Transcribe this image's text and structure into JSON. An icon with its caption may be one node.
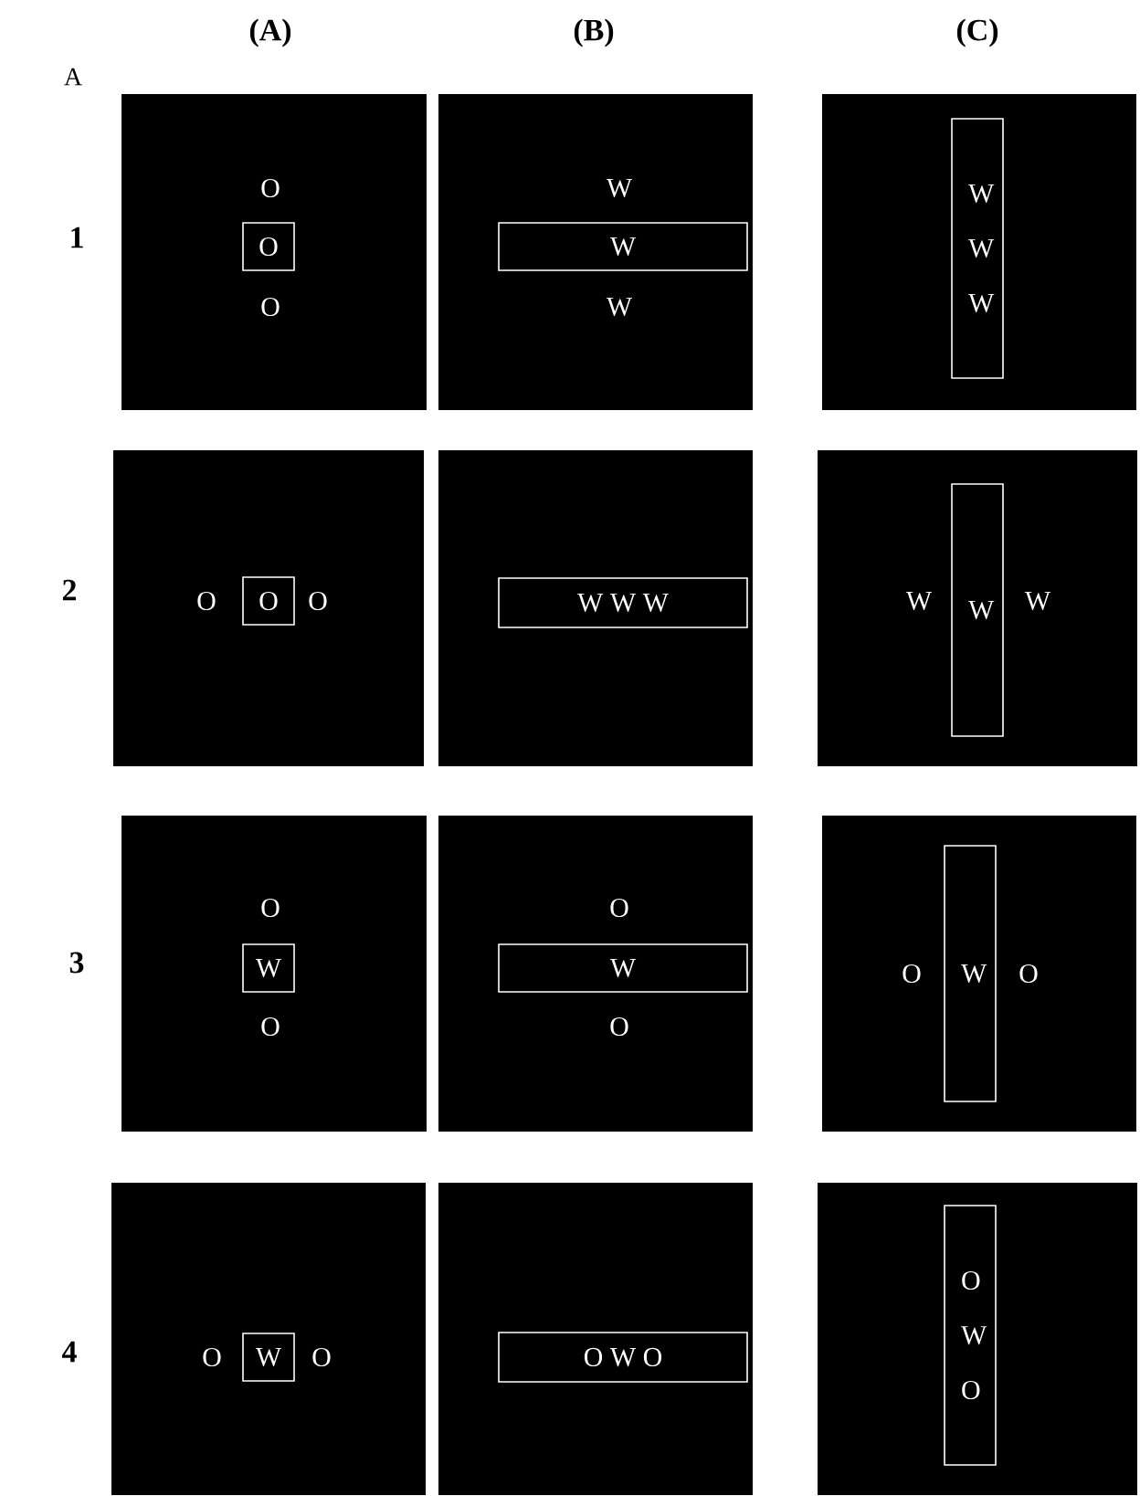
{
  "diagram": {
    "nodes": [
      {
        "text": [
          "O",
          "O"
        ]
      },
      {
        "text": [
          "O"
        ],
        "in": 0
      },
      {
        "text": [
          "W",
          "W"
        ]
      },
      {
        "text": [
          "W"
        ],
        "in": 2
      },
      {
        "text": [],
        "shape": "box"
      },
      {
        "text": [
          "W W W"
        ],
        "in": 4
      },
      {
        "text": [
          "O",
          "O"
        ]
      },
      {
        "text": [
          "O"
        ],
        "in": 6
      },
      {
        "text": [],
        "shape": "box"
      },
      {
        "text": [
          "W W W"
        ],
        "in": 8
      },
      {
        "text": [
          "W",
          "W"
        ]
      },
      {
        "text": [
          "W"
        ],
        "in": 10
      },
      {
        "text": [
          "O",
          "O"
        ]
      },
      {
        "text": [
          "W"
        ],
        "in": 12
      },
      {
        "text": [
          "O",
          "O"
        ]
      },
      {
        "text": [
          "W"
        ],
        "in": 14
      },
      {
        "text": [
          "O",
          "O"
        ]
      },
      {
        "text": [
          "W"
        ],
        "in": 16
      },
      {
        "text": [
          "O",
          "O"
        ]
      },
      {
        "text": [
          "W"
        ],
        "in": 18
      },
      {
        "text": [],
        "shape": "box"
      },
      {
        "text": [
          "O W O"
        ],
        "in": 20
      },
      {
        "text": [],
        "shape": "box"
      },
      {
        "text": [
          "O W O"
        ],
        "in": 22
      }
    ],
    "labels": [
      "A",
      "(A)",
      "(B)",
      "(C)",
      "1",
      "2",
      "3",
      "4"
    ]
  }
}
